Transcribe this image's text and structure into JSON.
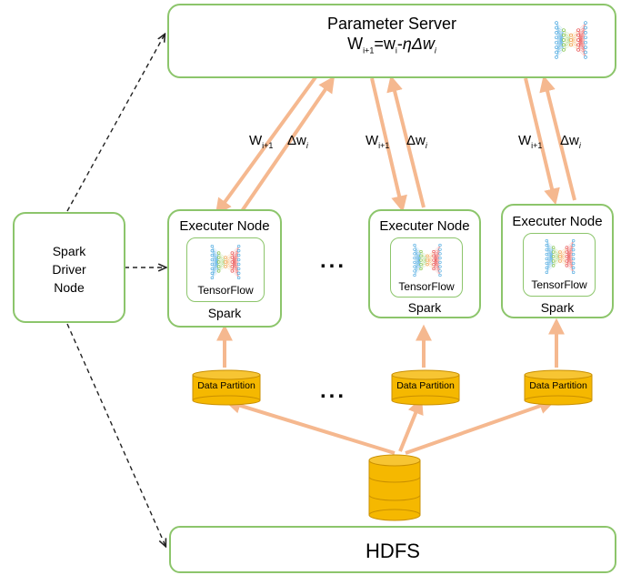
{
  "parameter_server": {
    "title": "Parameter Server",
    "formula_w": "W",
    "formula_sub1": "i+1",
    "formula_eq": "=w",
    "formula_sub2": "i",
    "formula_minus": "-",
    "formula_eta": "η",
    "formula_dw": "Δw",
    "formula_sub3": "i",
    "icon": "neural-network-icon"
  },
  "edge_labels": {
    "w_label": "W",
    "w_sub": "i+1",
    "dw_label": "Δw",
    "dw_sub": "i"
  },
  "driver": {
    "label_line1": "Spark",
    "label_line2": "Driver",
    "label_line3": "Node"
  },
  "executors": [
    {
      "title": "Executer Node",
      "inner_label": "TensorFlow",
      "bottom_label": "Spark"
    },
    {
      "title": "Executer Node",
      "inner_label": "TensorFlow",
      "bottom_label": "Spark"
    },
    {
      "title": "Executer Node",
      "inner_label": "TensorFlow",
      "bottom_label": "Spark"
    }
  ],
  "ellipsis": "...",
  "partitions": [
    {
      "label": "Data Partition"
    },
    {
      "label": "Data Partition"
    },
    {
      "label": "Data Partition"
    }
  ],
  "hdfs": {
    "label": "HDFS",
    "icon": "database-icon"
  },
  "colors": {
    "box_border": "#8cc56b",
    "arrow": "#f5b88f",
    "cylinder": "#f5b800",
    "cylinder_dark": "#d69a00",
    "nn_blue": "#4aa8e0",
    "nn_green": "#7fc241",
    "nn_orange": "#f29b3d",
    "nn_red": "#e84b4b"
  }
}
